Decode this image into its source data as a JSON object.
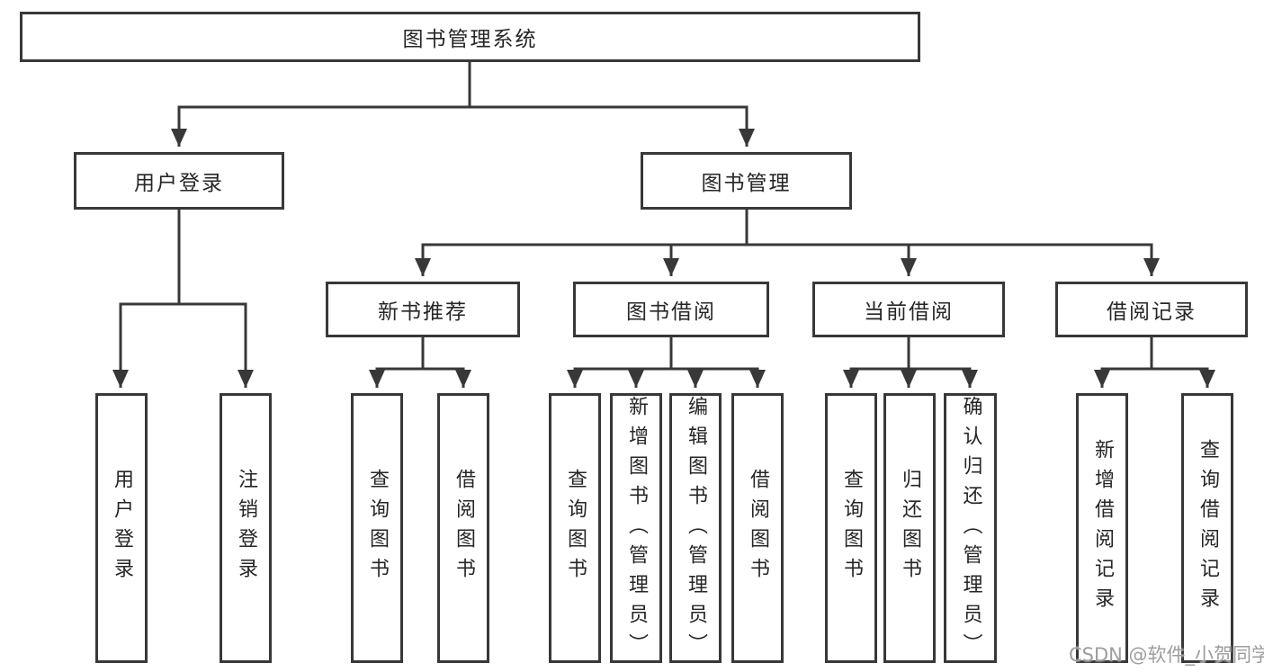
{
  "title_node": "图书管理系统",
  "user_branch": {
    "label": "用户登录",
    "children": [
      "用户登录",
      "注销登录"
    ]
  },
  "mgmt_branch": {
    "label": "图书管理"
  },
  "modules": [
    {
      "label": "新书推荐",
      "children": [
        "查询图书",
        "借阅图书"
      ]
    },
    {
      "label": "图书借阅",
      "children": [
        "查询图书",
        "新增图书（管理员）",
        "编辑图书（管理员）",
        "借阅图书"
      ]
    },
    {
      "label": "当前借阅",
      "children": [
        "查询图书",
        "归还图书",
        "确认归还（管理员）"
      ]
    },
    {
      "label": "借阅记录",
      "children": [
        "新增借阅记录",
        "查询借阅记录"
      ]
    }
  ],
  "watermark": "CSDN @软件_小贺同学",
  "colors": {
    "line": "#383838",
    "text": "#262626",
    "box_background": "#ffffff",
    "page_background": "#ffffff",
    "watermark": "#9d9d9d"
  }
}
